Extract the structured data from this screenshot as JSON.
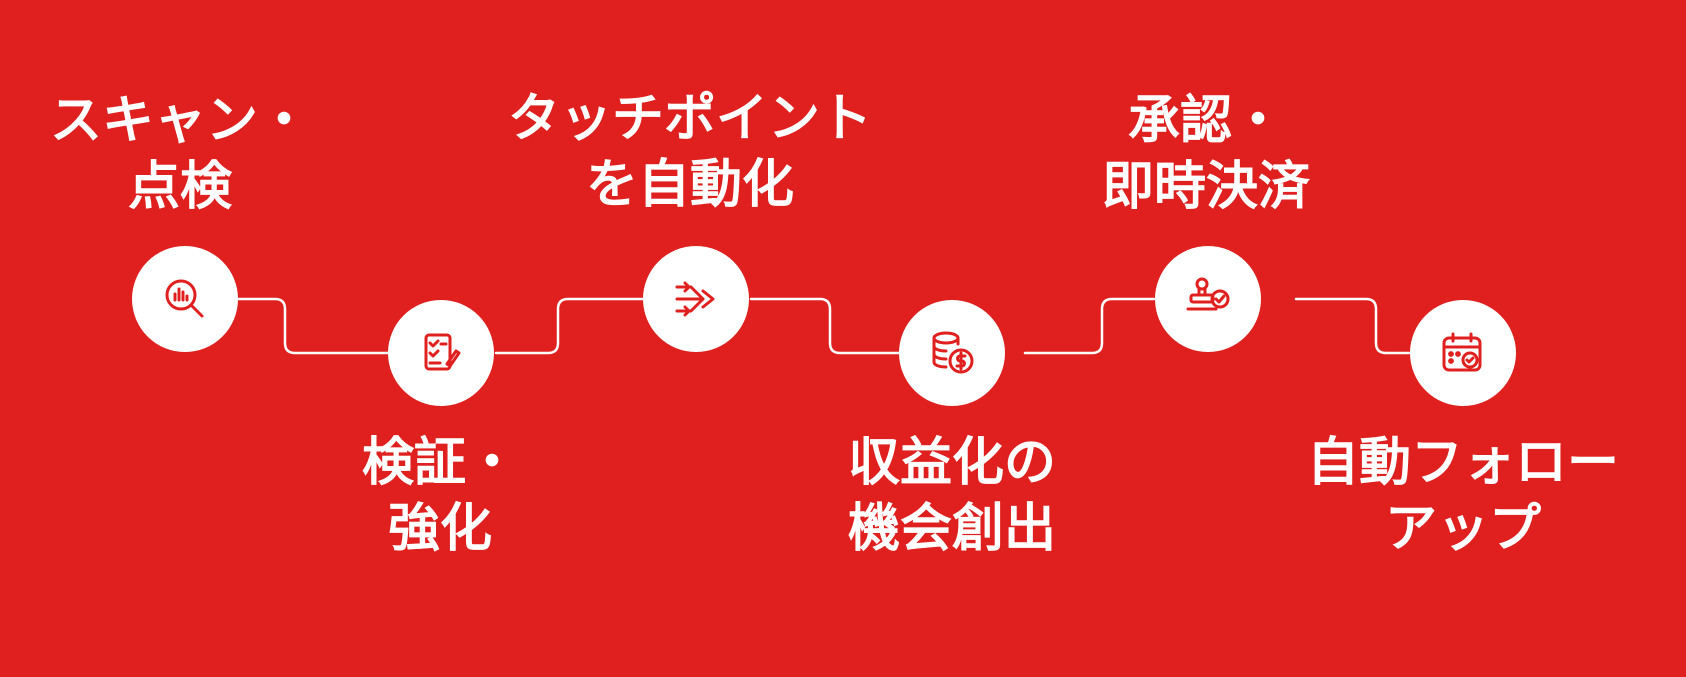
{
  "colors": {
    "background": "#e0201f",
    "node": "#ffffff",
    "icon": "#e0201f",
    "text": "#ffffff"
  },
  "steps": [
    {
      "lines": [
        "スキャン・",
        "点検"
      ],
      "icon": "magnifier-chart-icon"
    },
    {
      "lines": [
        "検証・",
        "強化"
      ],
      "icon": "checklist-pen-icon"
    },
    {
      "lines": [
        "タッチポイント",
        "を自動化"
      ],
      "icon": "arrows-merge-icon"
    },
    {
      "lines": [
        "収益化の",
        "機会創出"
      ],
      "icon": "coins-dollar-icon"
    },
    {
      "lines": [
        "承認・",
        "即時決済"
      ],
      "icon": "approval-stamp-icon"
    },
    {
      "lines": [
        "自動フォロー",
        "アップ"
      ],
      "icon": "calendar-check-icon"
    }
  ]
}
